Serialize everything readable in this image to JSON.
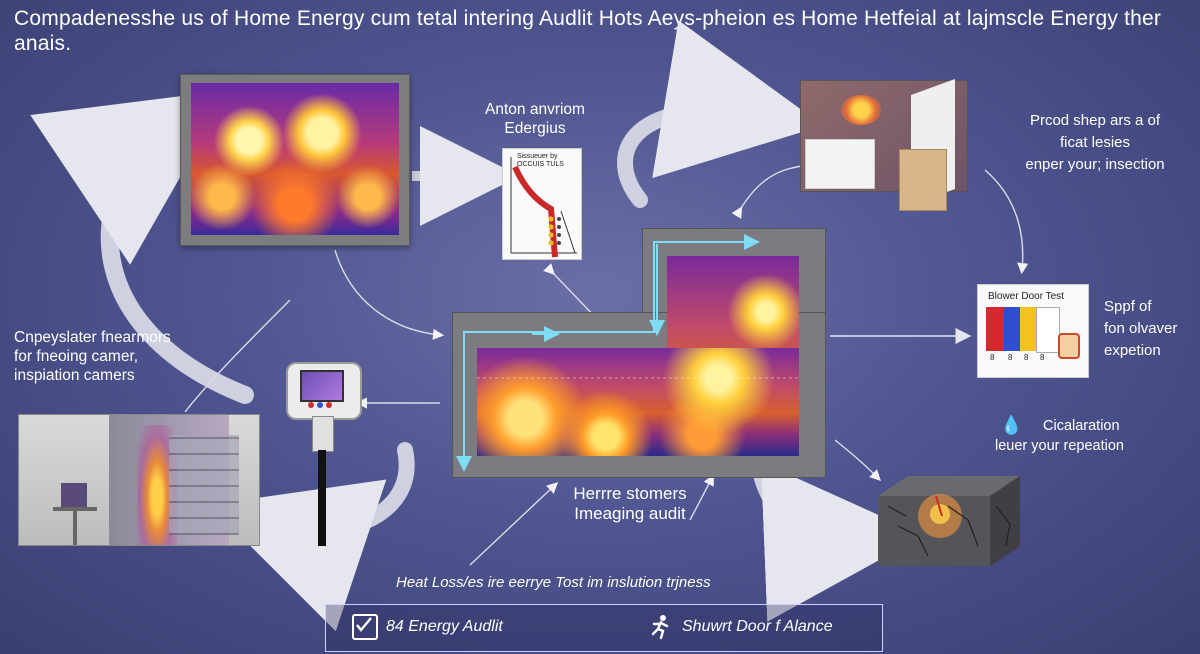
{
  "title": "Compadenesshe us of  Home Energy cum tetal  intering  Audlit Hots Aeys-pheion es Home Hetfeial  at lajmscle Energy ther anais.",
  "labels": {
    "top_center": "Anton anvriom\nEdergius",
    "top_right": "Prcod shep ars a of\nficat lesies\nenper your; insection",
    "left_mid": "Cnpeyslater fnearmors\nfor fneoing camer,\ninspiation camers",
    "right_mid": "Sppf of\nfon olvaver\nexpetion",
    "right_lower": "Cicalaration\nleuer your repeation",
    "center_bottom": "Herrre stomers\nImeaging audit",
    "bottom_line": "Heat Loss/es ire eerrye Tost im inslution trjness"
  },
  "mini_chart": {
    "title": "Sissueuer by\nOCCUIS TULS"
  },
  "blower_card": {
    "title": "Blower Door Test",
    "values": [
      "8",
      "8",
      "8",
      "8"
    ],
    "colors": [
      "#d8272e",
      "#2f4fd0",
      "#f2c21e",
      "#ffffff"
    ]
  },
  "buttons": {
    "energy_audit": "84 Energy Audlit",
    "blower_door": "Shuwrt Door f Alance"
  },
  "icons": {
    "check": "checkbox-check-icon",
    "runner": "running-person-icon",
    "drops": "water-drops-icon"
  },
  "colors": {
    "accent_cyan": "#58c6e8",
    "arrow_white": "#e8e8ee",
    "background": "#4f5590"
  }
}
